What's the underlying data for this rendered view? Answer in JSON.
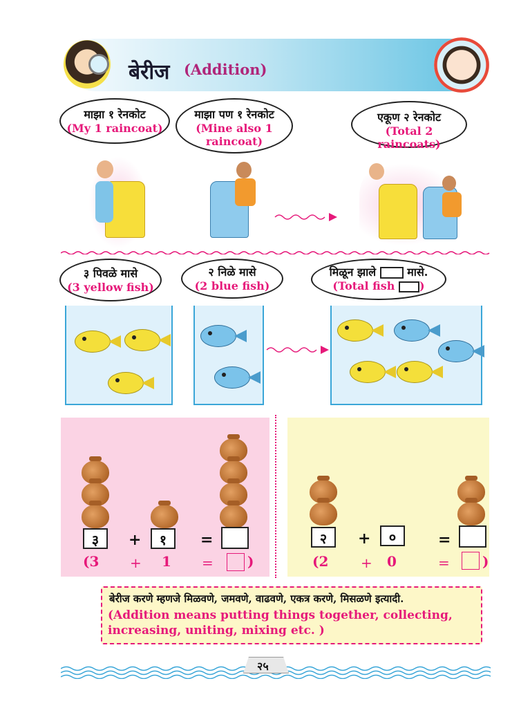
{
  "header": {
    "title": "बेरीज",
    "subtitle": "(Addition)"
  },
  "raincoats": {
    "bubble1": {
      "mr": "माझा १ रेनकोट",
      "en": "(My 1 raincoat)"
    },
    "bubble2": {
      "mr": "माझा पण १ रेनकोट",
      "en1": "(Mine also 1",
      "en2": "raincoat)"
    },
    "bubble3": {
      "mr": "एकूण २ रेनकोट",
      "en": "(Total 2 raincoats)"
    }
  },
  "fish": {
    "bubble1": {
      "mr": "३ पिवळे मासे",
      "en": "(3 yellow fish)"
    },
    "bubble2": {
      "mr": "२ निळे मासे",
      "en": "(2 blue fish)"
    },
    "bubble3": {
      "mr_a": "मिळून झाले",
      "mr_b": "मासे.",
      "en": "(Total fish",
      "en_close": ")"
    }
  },
  "pots_left": {
    "a": "३",
    "b": "१",
    "op_plus": "+",
    "op_eq": "=",
    "en_a": "(3",
    "en_plus": "+",
    "en_b": "1",
    "en_eq": "=",
    "en_close": ")"
  },
  "pots_right": {
    "a": "२",
    "b": "०",
    "op_plus": "+",
    "op_eq": "=",
    "en_a": "(2",
    "en_plus": "+",
    "en_b": "0",
    "en_eq": "=",
    "en_close": ")"
  },
  "note": {
    "mr": "बेरीज करणे म्हणजे मिळवणे, जमवणे, वाढवणे, एकत्र करणे, मिसळणे इत्यादी.",
    "en1": "(Addition means putting things together, collecting,",
    "en2": "increasing, uniting, mixing etc. )"
  },
  "page_number": "२५"
}
